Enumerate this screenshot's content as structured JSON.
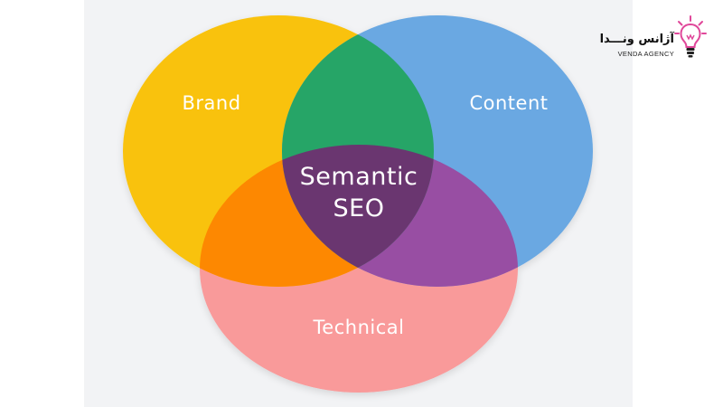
{
  "diagram": {
    "type": "venn",
    "sets": [
      {
        "label": "Brand",
        "color": "#f9c20d"
      },
      {
        "label": "Content",
        "color": "#6aa8e2"
      },
      {
        "label": "Technical",
        "color": "#f99a9a"
      }
    ],
    "overlaps": {
      "brand_content": "#26a567",
      "brand_technical": "#fd8801",
      "content_technical": "#984ea3",
      "all": "#6a3670"
    },
    "center_label_line1": "Semantic",
    "center_label_line2": "SEO"
  },
  "logo": {
    "name_fa": "آژانس ونـــدا",
    "name_en": "VENDA AGENCY",
    "icon": "lightbulb-icon",
    "icon_color": "#e0479a"
  }
}
